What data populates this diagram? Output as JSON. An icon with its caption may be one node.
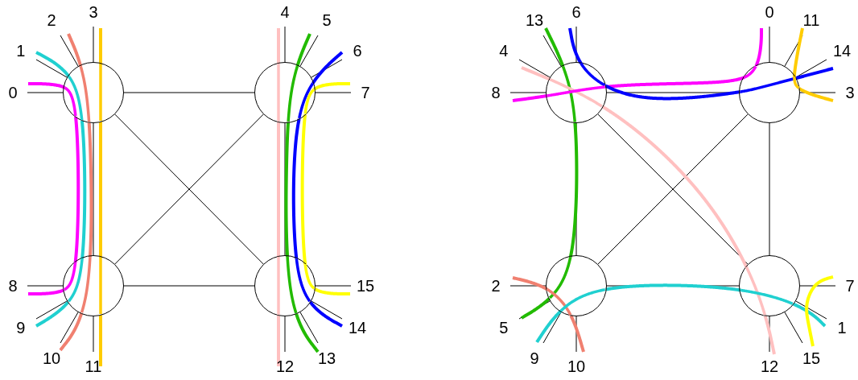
{
  "diagram": {
    "nodes": [
      {
        "text": [],
        "shape": "circle"
      },
      {
        "text": [],
        "shape": "circle"
      },
      {
        "text": [],
        "shape": "circle"
      },
      {
        "text": [],
        "shape": "circle"
      },
      {
        "text": [],
        "shape": "circle"
      },
      {
        "text": [],
        "shape": "circle"
      },
      {
        "text": [],
        "shape": "circle"
      },
      {
        "text": [],
        "shape": "circle"
      },
      {
        "text": [
          "0"
        ]
      },
      {
        "text": [
          "1"
        ]
      },
      {
        "text": [
          "2"
        ]
      },
      {
        "text": [
          "3"
        ]
      },
      {
        "text": [
          "4"
        ]
      },
      {
        "text": [
          "5"
        ]
      },
      {
        "text": [
          "6"
        ]
      },
      {
        "text": [
          "7"
        ]
      },
      {
        "text": [
          "8"
        ]
      },
      {
        "text": [
          "9"
        ]
      },
      {
        "text": [
          "10"
        ]
      },
      {
        "text": [
          "11"
        ]
      },
      {
        "text": [
          "12"
        ]
      },
      {
        "text": [
          "13"
        ]
      },
      {
        "text": [
          "14"
        ]
      },
      {
        "text": [
          "15"
        ]
      },
      {
        "text": [
          "13"
        ]
      },
      {
        "text": [
          "6"
        ]
      },
      {
        "text": [
          "4"
        ]
      },
      {
        "text": [
          "8"
        ]
      },
      {
        "text": [
          "0"
        ]
      },
      {
        "text": [
          "11"
        ]
      },
      {
        "text": [
          "14"
        ]
      },
      {
        "text": [
          "3"
        ]
      },
      {
        "text": [
          "2"
        ]
      },
      {
        "text": [
          "5"
        ]
      },
      {
        "text": [
          "9"
        ]
      },
      {
        "text": [
          "10"
        ]
      },
      {
        "text": [
          "12"
        ]
      },
      {
        "text": [
          "15"
        ]
      },
      {
        "text": [
          "7"
        ]
      },
      {
        "text": [
          "1"
        ]
      }
    ],
    "edges": [
      {
        "from": 0,
        "to": 1,
        "arrow": "none"
      },
      {
        "from": 0,
        "to": 2,
        "arrow": "none"
      },
      {
        "from": 0,
        "to": 3,
        "arrow": "none"
      },
      {
        "from": 1,
        "to": 2,
        "arrow": "none"
      },
      {
        "from": 1,
        "to": 3,
        "arrow": "none"
      },
      {
        "from": 2,
        "to": 3,
        "arrow": "none"
      },
      {
        "from": 4,
        "to": 5,
        "arrow": "none"
      },
      {
        "from": 4,
        "to": 6,
        "arrow": "none"
      },
      {
        "from": 4,
        "to": 7,
        "arrow": "none"
      },
      {
        "from": 5,
        "to": 6,
        "arrow": "none"
      },
      {
        "from": 5,
        "to": 7,
        "arrow": "none"
      },
      {
        "from": 6,
        "to": 7,
        "arrow": "none"
      },
      {
        "from": 0,
        "to": 8,
        "arrow": "none"
      },
      {
        "from": 0,
        "to": 9,
        "arrow": "none"
      },
      {
        "from": 0,
        "to": 10,
        "arrow": "none"
      },
      {
        "from": 0,
        "to": 11,
        "arrow": "none"
      },
      {
        "from": 1,
        "to": 12,
        "arrow": "none"
      },
      {
        "from": 1,
        "to": 13,
        "arrow": "none"
      },
      {
        "from": 1,
        "to": 14,
        "arrow": "none"
      },
      {
        "from": 1,
        "to": 15,
        "arrow": "none"
      },
      {
        "from": 2,
        "to": 16,
        "arrow": "none"
      },
      {
        "from": 2,
        "to": 17,
        "arrow": "none"
      },
      {
        "from": 2,
        "to": 18,
        "arrow": "none"
      },
      {
        "from": 2,
        "to": 19,
        "arrow": "none"
      },
      {
        "from": 3,
        "to": 20,
        "arrow": "none"
      },
      {
        "from": 3,
        "to": 21,
        "arrow": "none"
      },
      {
        "from": 3,
        "to": 22,
        "arrow": "none"
      },
      {
        "from": 3,
        "to": 23,
        "arrow": "none"
      },
      {
        "from": 4,
        "to": 24,
        "arrow": "none"
      },
      {
        "from": 4,
        "to": 25,
        "arrow": "none"
      },
      {
        "from": 4,
        "to": 26,
        "arrow": "none"
      },
      {
        "from": 4,
        "to": 27,
        "arrow": "none"
      },
      {
        "from": 5,
        "to": 28,
        "arrow": "none"
      },
      {
        "from": 5,
        "to": 29,
        "arrow": "none"
      },
      {
        "from": 5,
        "to": 30,
        "arrow": "none"
      },
      {
        "from": 5,
        "to": 31,
        "arrow": "none"
      },
      {
        "from": 6,
        "to": 32,
        "arrow": "none"
      },
      {
        "from": 6,
        "to": 33,
        "arrow": "none"
      },
      {
        "from": 6,
        "to": 34,
        "arrow": "none"
      },
      {
        "from": 6,
        "to": 35,
        "arrow": "none"
      },
      {
        "from": 7,
        "to": 36,
        "arrow": "none"
      },
      {
        "from": 7,
        "to": 37,
        "arrow": "none"
      },
      {
        "from": 7,
        "to": 38,
        "arrow": "none"
      },
      {
        "from": 7,
        "to": 39,
        "arrow": "none"
      },
      {
        "from": 8,
        "to": 0,
        "arrow": "none",
        "style": "thick",
        "color": "#ff00ff"
      },
      {
        "from": 0,
        "to": 2,
        "arrow": "none",
        "style": "thick",
        "color": "#ff00ff"
      },
      {
        "from": 2,
        "to": 16,
        "arrow": "none",
        "style": "thick",
        "color": "#ff00ff"
      },
      {
        "from": 9,
        "to": 0,
        "arrow": "none",
        "style": "thick",
        "color": "#20d0d0"
      },
      {
        "from": 0,
        "to": 2,
        "arrow": "none",
        "style": "thick",
        "color": "#20d0d0"
      },
      {
        "from": 2,
        "to": 17,
        "arrow": "none",
        "style": "thick",
        "color": "#20d0d0"
      },
      {
        "from": 10,
        "to": 0,
        "arrow": "none",
        "style": "thick",
        "color": "#f08070"
      },
      {
        "from": 0,
        "to": 2,
        "arrow": "none",
        "style": "thick",
        "color": "#f08070"
      },
      {
        "from": 2,
        "to": 18,
        "arrow": "none",
        "style": "thick",
        "color": "#f08070"
      },
      {
        "from": 11,
        "to": 0,
        "arrow": "none",
        "style": "thick",
        "color": "#ffcc00"
      },
      {
        "from": 0,
        "to": 2,
        "arrow": "none",
        "style": "thick",
        "color": "#ffcc00"
      },
      {
        "from": 2,
        "to": 19,
        "arrow": "none",
        "style": "thick",
        "color": "#ffcc00"
      },
      {
        "from": 12,
        "to": 1,
        "arrow": "none",
        "style": "thick",
        "color": "#ffc0c0"
      },
      {
        "from": 1,
        "to": 3,
        "arrow": "none",
        "style": "thick",
        "color": "#ffc0c0"
      },
      {
        "from": 3,
        "to": 20,
        "arrow": "none",
        "style": "thick",
        "color": "#ffc0c0"
      },
      {
        "from": 13,
        "to": 1,
        "arrow": "none",
        "style": "thick",
        "color": "#22bb00"
      },
      {
        "from": 1,
        "to": 3,
        "arrow": "none",
        "style": "thick",
        "color": "#22bb00"
      },
      {
        "from": 3,
        "to": 21,
        "arrow": "none",
        "style": "thick",
        "color": "#22bb00"
      },
      {
        "from": 14,
        "to": 1,
        "arrow": "none",
        "style": "thick",
        "color": "#0000ff"
      },
      {
        "from": 1,
        "to": 3,
        "arrow": "none",
        "style": "thick",
        "color": "#0000ff"
      },
      {
        "from": 3,
        "to": 22,
        "arrow": "none",
        "style": "thick",
        "color": "#0000ff"
      },
      {
        "from": 15,
        "to": 1,
        "arrow": "none",
        "style": "thick",
        "color": "#ffff00"
      },
      {
        "from": 1,
        "to": 3,
        "arrow": "none",
        "style": "thick",
        "color": "#ffff00"
      },
      {
        "from": 3,
        "to": 23,
        "arrow": "none",
        "style": "thick",
        "color": "#ffff00"
      },
      {
        "from": 26,
        "to": 4,
        "arrow": "none",
        "style": "thick",
        "color": "#ffc0c0"
      },
      {
        "from": 4,
        "to": 7,
        "arrow": "none",
        "style": "thick",
        "color": "#ffc0c0"
      },
      {
        "from": 7,
        "to": 36,
        "arrow": "none",
        "style": "thick",
        "color": "#ffc0c0"
      },
      {
        "from": 27,
        "to": 4,
        "arrow": "none",
        "style": "thick",
        "color": "#ff00ff"
      },
      {
        "from": 4,
        "to": 5,
        "arrow": "none",
        "style": "thick",
        "color": "#ff00ff"
      },
      {
        "from": 5,
        "to": 28,
        "arrow": "none",
        "style": "thick",
        "color": "#ff00ff"
      },
      {
        "from": 25,
        "to": 4,
        "arrow": "none",
        "style": "thick",
        "color": "#0000ff"
      },
      {
        "from": 4,
        "to": 5,
        "arrow": "none",
        "style": "thick",
        "color": "#0000ff"
      },
      {
        "from": 5,
        "to": 30,
        "arrow": "none",
        "style": "thick",
        "color": "#0000ff"
      },
      {
        "from": 29,
        "to": 5,
        "arrow": "none",
        "style": "thick",
        "color": "#ffcc00"
      },
      {
        "from": 5,
        "to": 31,
        "arrow": "none",
        "style": "thick",
        "color": "#ffcc00"
      },
      {
        "from": 24,
        "to": 4,
        "arrow": "none",
        "style": "thick",
        "color": "#22bb00"
      },
      {
        "from": 4,
        "to": 6,
        "arrow": "none",
        "style": "thick",
        "color": "#22bb00"
      },
      {
        "from": 6,
        "to": 33,
        "arrow": "none",
        "style": "thick",
        "color": "#22bb00"
      },
      {
        "from": 32,
        "to": 6,
        "arrow": "none",
        "style": "thick",
        "color": "#f08070"
      },
      {
        "from": 6,
        "to": 35,
        "arrow": "none",
        "style": "thick",
        "color": "#f08070"
      },
      {
        "from": 34,
        "to": 6,
        "arrow": "none",
        "style": "thick",
        "color": "#20d0d0"
      },
      {
        "from": 6,
        "to": 7,
        "arrow": "none",
        "style": "thick",
        "color": "#20d0d0"
      },
      {
        "from": 7,
        "to": 39,
        "arrow": "none",
        "style": "thick",
        "color": "#20d0d0"
      },
      {
        "from": 37,
        "to": 38,
        "arrow": "none",
        "style": "thick",
        "color": "#ffff00"
      }
    ]
  }
}
